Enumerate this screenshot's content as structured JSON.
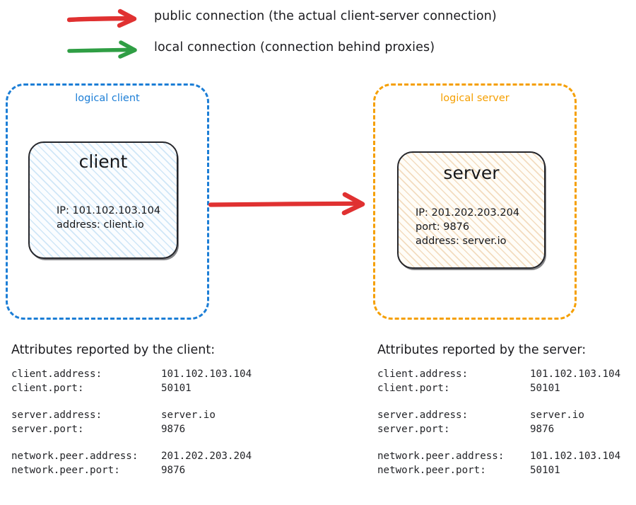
{
  "legend": {
    "items": [
      {
        "icon": "red-arrow-icon",
        "color": "#e03131",
        "label": "public connection (the actual client-server connection)"
      },
      {
        "icon": "green-arrow-icon",
        "color": "#2f9e44",
        "label": "local connection (connection behind proxies)"
      }
    ]
  },
  "colors": {
    "public_arrow": "#e03131",
    "local_arrow": "#2f9e44",
    "logical_client_border": "#1c7ed6",
    "logical_server_border": "#f59f00",
    "client_hatch": "#cfe6f7",
    "server_hatch": "#f3dcbf",
    "node_border": "#25262b"
  },
  "diagram": {
    "logical_client": {
      "title": "logical client",
      "node": {
        "title": "client",
        "properties": [
          "IP: 101.102.103.104",
          "address: client.io"
        ]
      }
    },
    "logical_server": {
      "title": "logical server",
      "node": {
        "title": "server",
        "properties": [
          "IP: 201.202.203.204",
          "port: 9876",
          "address: server.io"
        ]
      }
    },
    "connection_arrow": {
      "icon": "red-arrow-icon",
      "from": "logical client",
      "to": "logical server",
      "kind": "public connection"
    }
  },
  "attributes_client": {
    "heading": "Attributes reported by the client:",
    "groups": [
      [
        {
          "key": "client.address:",
          "value": "101.102.103.104"
        },
        {
          "key": "client.port:",
          "value": "50101"
        }
      ],
      [
        {
          "key": "server.address:",
          "value": "server.io"
        },
        {
          "key": "server.port:",
          "value": "9876"
        }
      ],
      [
        {
          "key": "network.peer.address:",
          "value": "201.202.203.204"
        },
        {
          "key": "network.peer.port:",
          "value": "9876"
        }
      ]
    ]
  },
  "attributes_server": {
    "heading": "Attributes reported by the server:",
    "groups": [
      [
        {
          "key": "client.address:",
          "value": "101.102.103.104"
        },
        {
          "key": "client.port:",
          "value": "50101"
        }
      ],
      [
        {
          "key": "server.address:",
          "value": "server.io"
        },
        {
          "key": "server.port:",
          "value": "9876"
        }
      ],
      [
        {
          "key": "network.peer.address:",
          "value": "101.102.103.104"
        },
        {
          "key": "network.peer.port:",
          "value": "50101"
        }
      ]
    ]
  }
}
